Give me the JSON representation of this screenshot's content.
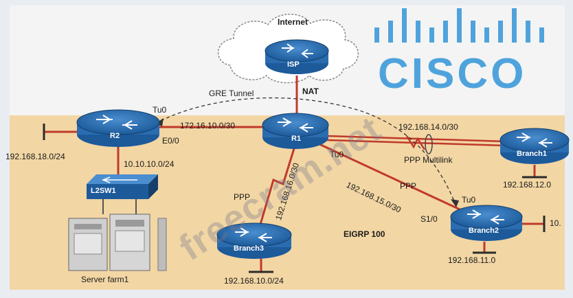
{
  "diagram": {
    "cloud_label": "Internet",
    "routers": {
      "isp": "ISP",
      "r1": "R1",
      "r2": "R2",
      "branch1": "Branch1",
      "branch2": "Branch2",
      "branch3": "Branch3"
    },
    "switch_label": "L2SW1",
    "server_label": "Server farm1",
    "links": {
      "nat": "NAT",
      "gre": "GRE Tunnel",
      "r2_r1_net": "172.16.10.0/30",
      "r2_e00": "E0/0",
      "tu0_r2": "Tu0",
      "tu0_r1": "Tu0",
      "tu0_branch2": "Tu0",
      "r1_b1_net": "192.168.14.0/30",
      "ppp_multilink": "PPP Multilink",
      "r1_b2_net": "192.168.15.0/30",
      "ppp_b2": "PPP",
      "s10": "S1/0",
      "r1_b3_net": "192.168.16.0/30",
      "ppp_b3": "PPP",
      "r2_lan": "192.168.18.0/24",
      "r2_sw_net": "10.10.10.0/24",
      "b1_lan": "192.168.12.0",
      "b2_lan": "192.168.11.0",
      "b2_right": "10.",
      "b3_lan": "192.168.10.0/24",
      "eigrp": "EIGRP 100"
    },
    "logo": "CISCO",
    "watermark": "freecram.net"
  }
}
